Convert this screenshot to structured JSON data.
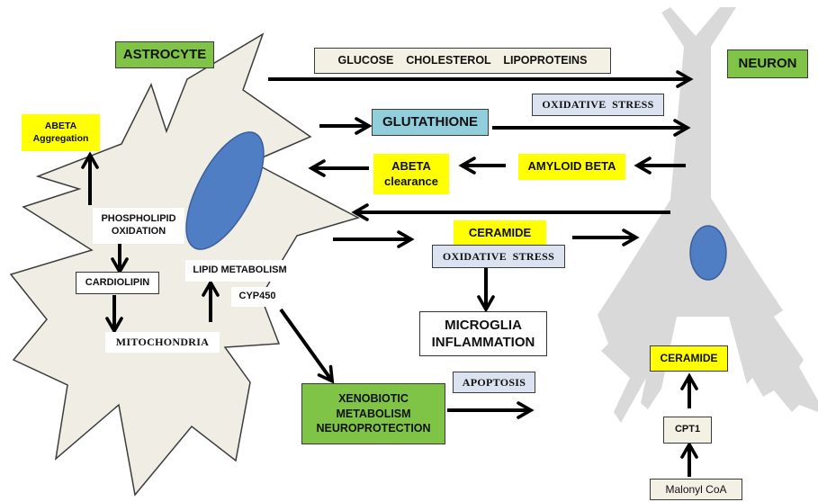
{
  "labels": {
    "astrocyte": "ASTROCYTE",
    "neuron": "NEURON",
    "transport": "GLUCOSE    CHOLESTEROL    LIPOPROTEINS",
    "oxidative_stress_top": "OXIDATIVE  STRESS",
    "glutathione": "GLUTATHIONE",
    "abeta_aggregation": [
      "ABETA",
      "Aggregation"
    ],
    "abeta_clearance": [
      "ABETA",
      "clearance"
    ],
    "amyloid_beta": "AMYLOID BETA",
    "phospholipid_oxidation": [
      "PHOSPHOLIPID",
      "OXIDATION"
    ],
    "cardiolipin": "CARDIOLIPIN",
    "mitochondria": "MITOCHONDRIA",
    "lipid_metabolism": "LIPID METABOLISM",
    "cyp450": "CYP450",
    "ceramide_center": "CERAMIDE",
    "oxidative_stress_mid": "OXIDATIVE  STRESS",
    "microglia_inflammation": [
      "MICROGLIA",
      "INFLAMMATION"
    ],
    "xenobiotic": [
      "XENOBIOTIC",
      "METABOLISM",
      "NEUROPROTECTION"
    ],
    "apoptosis": "APOPTOSIS",
    "ceramide_neuron": "CERAMIDE",
    "cpt1": "CPT1",
    "malonyl_coa": "Malonyl CoA"
  },
  "colors": {
    "astrocyte_body": "#f0eee4",
    "neuron_body": "#d9d9d9",
    "nucleus": "#4f7ec4",
    "label_green": "#7fc447",
    "label_yellow": "#ffff00",
    "label_lightblue": "#dbe3f0",
    "label_teal": "#92cddc",
    "arrow": "#000000"
  }
}
